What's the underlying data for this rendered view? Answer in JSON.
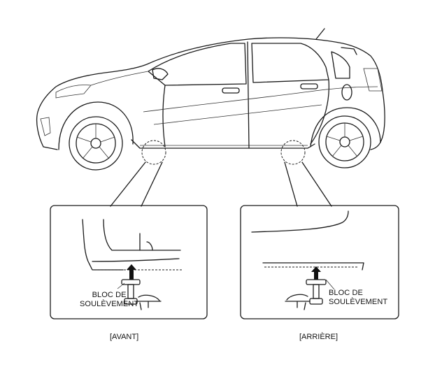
{
  "detail_front": {
    "label_line1": "BLOC DE",
    "label_line2": "SOULÈVEMENT",
    "caption": "[AVANT]"
  },
  "detail_rear": {
    "label_line1": "BLOC DE",
    "label_line2": "SOULÈVEMENT",
    "caption": "[ARRIÈRE]"
  },
  "colors": {
    "line": "#1a1a1a",
    "background": "#ffffff"
  }
}
